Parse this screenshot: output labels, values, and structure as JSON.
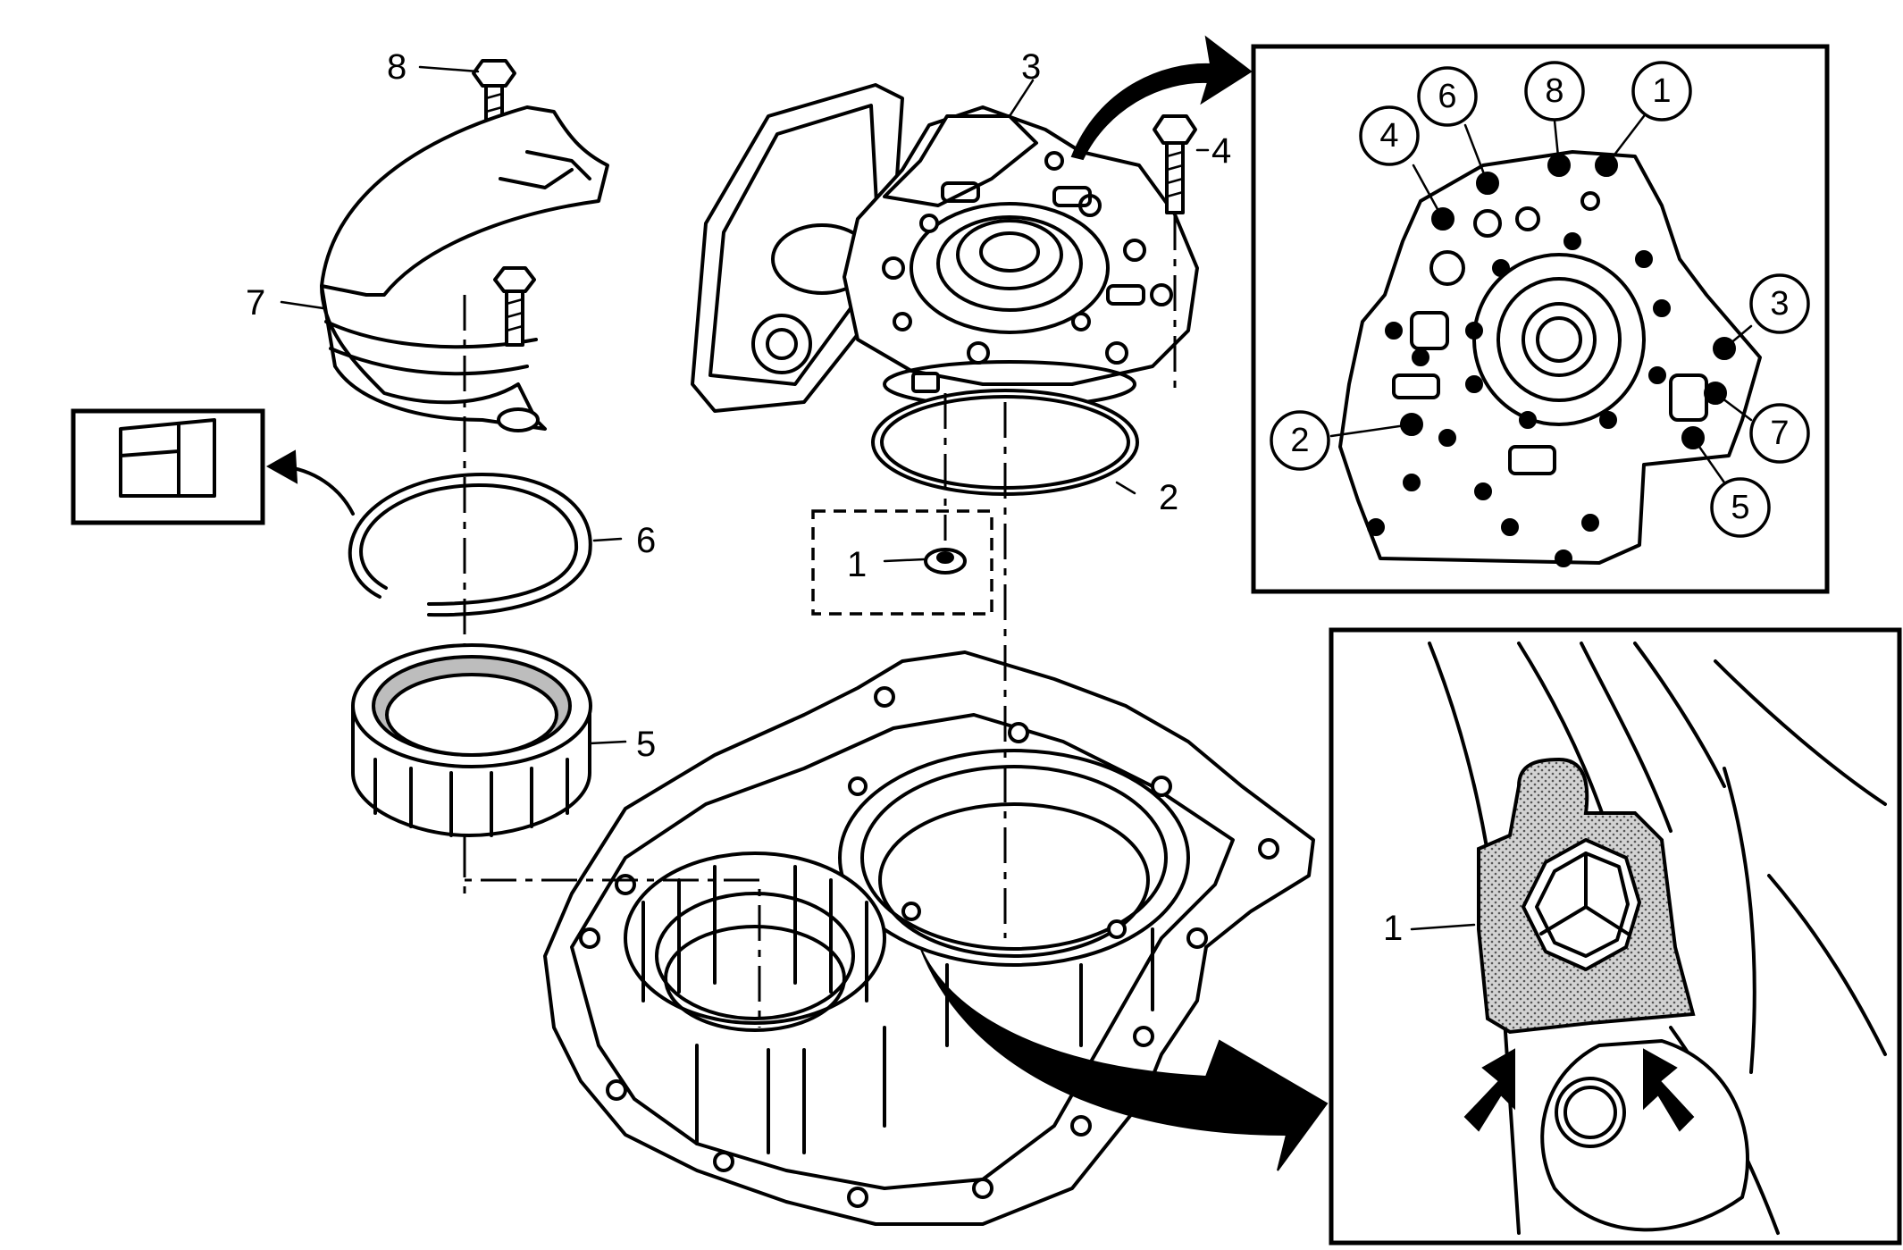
{
  "callouts": {
    "main": {
      "c1": "1",
      "c2": "2",
      "c3": "3",
      "c4": "4",
      "c5": "5",
      "c6": "6",
      "c7": "7",
      "c8": "8"
    },
    "bolt_detail": {
      "b1": "1",
      "b2": "2",
      "b3": "3",
      "b4": "4",
      "b5": "5",
      "b6": "6",
      "b7": "7",
      "b8": "8"
    },
    "seal_detail": {
      "s1": "1"
    }
  },
  "colors": {
    "line": "#000000",
    "background": "#ffffff",
    "stipple": "#bdbdbd"
  }
}
